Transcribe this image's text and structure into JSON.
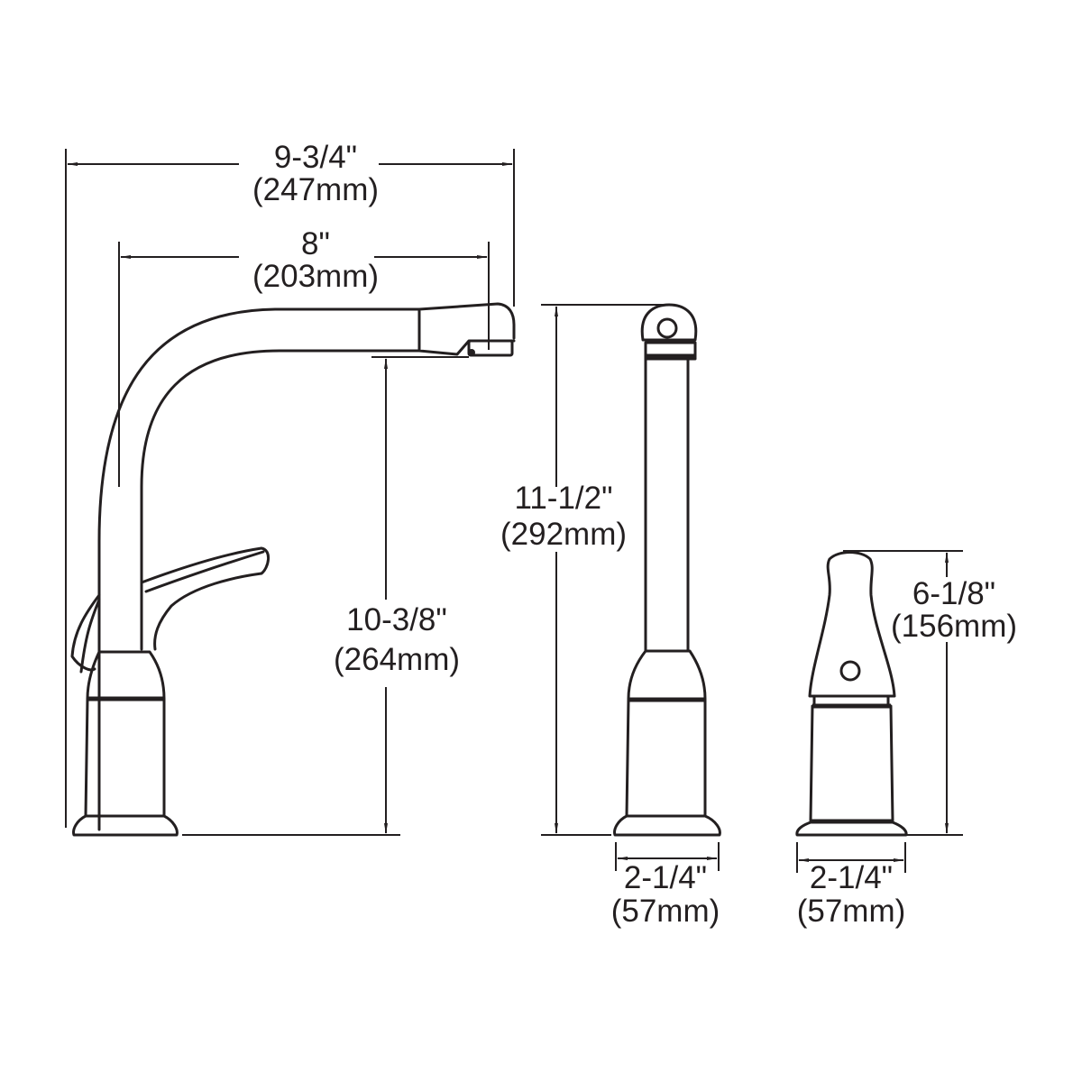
{
  "diagram": {
    "type": "faucet-dimension-drawing",
    "line_color": "#231f20",
    "background": "#ffffff",
    "views": [
      {
        "name": "faucet-side-view",
        "parts": [
          "spout",
          "aerator",
          "lever-handle",
          "escutcheon-body",
          "base"
        ]
      },
      {
        "name": "spray-side-view",
        "parts": [
          "spray-head",
          "spray-tube",
          "body",
          "base"
        ]
      },
      {
        "name": "soap-dispenser-side-view",
        "parts": [
          "pump-head",
          "body",
          "base"
        ]
      }
    ]
  },
  "dimensions": {
    "overall_width": {
      "imperial": "9-3/4\"",
      "metric": "(247mm)"
    },
    "spout_reach": {
      "imperial": "8\"",
      "metric": "(203mm)"
    },
    "spout_height": {
      "imperial": "10-3/8\"",
      "metric": "(264mm)"
    },
    "spray_height": {
      "imperial": "11-1/2\"",
      "metric": "(292mm)"
    },
    "spray_base_width": {
      "imperial": "2-1/4\"",
      "metric": "(57mm)"
    },
    "dispenser_height": {
      "imperial": "6-1/8\"",
      "metric": "(156mm)"
    },
    "dispenser_base_width": {
      "imperial": "2-1/4\"",
      "metric": "(57mm)"
    }
  }
}
